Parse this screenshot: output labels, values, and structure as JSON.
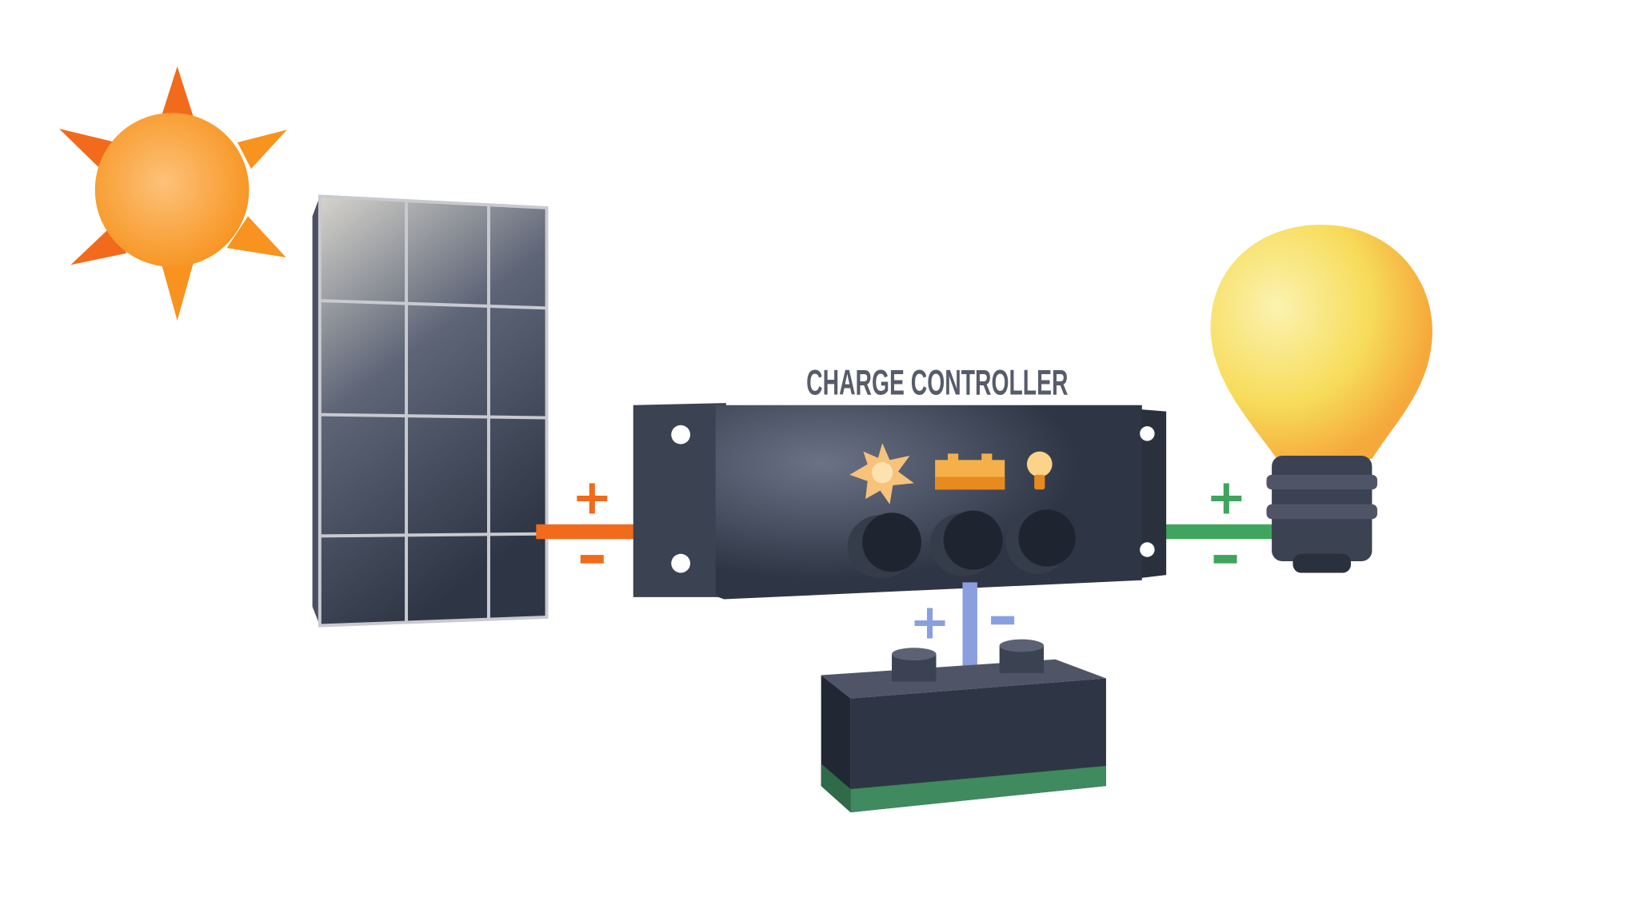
{
  "diagram": {
    "controller_label": "CHARGE CONTROLLER",
    "components": [
      "sun",
      "solar-panel",
      "charge-controller",
      "battery",
      "light-bulb"
    ],
    "colors": {
      "sun": "#f7931e",
      "panel": "#3b4252",
      "controller": "#2e3645",
      "battery": "#2e3645",
      "battery_base": "#3f8a5e",
      "panel_wire": "#f26a1b",
      "load_wire": "#3fa55e",
      "battery_wire": "#8a9fe0",
      "bulb": "#f7dc5a"
    },
    "connections": [
      {
        "from": "solar-panel",
        "to": "charge-controller",
        "positive": "+",
        "negative": "−"
      },
      {
        "from": "charge-controller",
        "to": "light-bulb",
        "positive": "+",
        "negative": "−"
      },
      {
        "from": "charge-controller",
        "to": "battery",
        "positive": "+",
        "negative": "−"
      }
    ]
  }
}
